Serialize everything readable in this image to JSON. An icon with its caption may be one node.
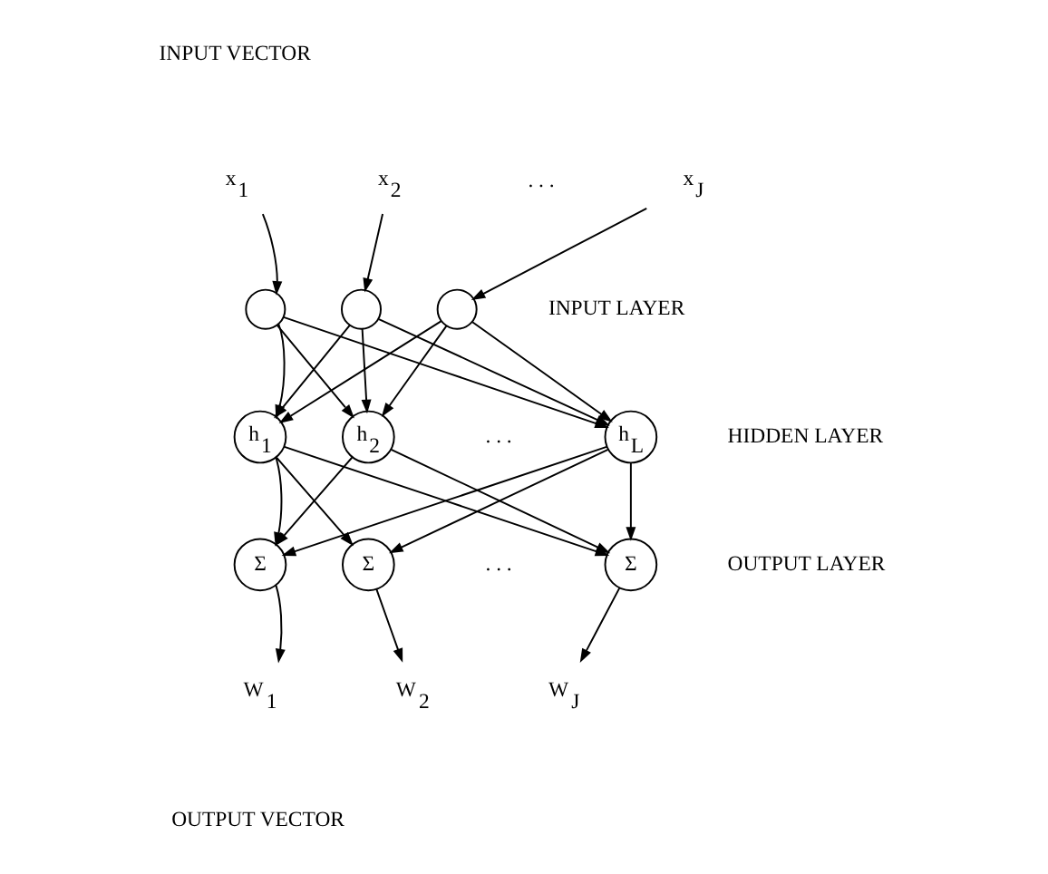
{
  "diagram": {
    "nodes": [
      {
        "text": [
          "x$_{1}$"
        ]
      },
      {
        "text": [
          "x$_{2}$"
        ]
      },
      {
        "text": [
          "x$_{J}$"
        ]
      },
      {
        "text": [],
        "shape": "circle"
      },
      {
        "text": [],
        "shape": "circle"
      },
      {
        "text": [],
        "shape": "circle"
      },
      {
        "text": [
          "h$_{1}$"
        ]
      },
      {
        "text": [
          "h$_{2}$"
        ]
      },
      {
        "text": [
          "h$_{L}$"
        ]
      },
      {
        "text": [
          "Σ"
        ]
      },
      {
        "text": [
          "Σ"
        ]
      },
      {
        "text": [
          "Σ"
        ]
      },
      {
        "text": [
          "W$_{1}$"
        ]
      },
      {
        "text": [
          "W$_{2}$"
        ]
      },
      {
        "text": [
          "W$_{J}$"
        ]
      }
    ],
    "edges": [
      {
        "from": 0,
        "to": 3,
        "arrow": "to"
      },
      {
        "from": 1,
        "to": 4,
        "arrow": "to"
      },
      {
        "from": 2,
        "to": 5,
        "arrow": "to"
      },
      {
        "from": 3,
        "to": 6,
        "arrow": "to"
      },
      {
        "from": 3,
        "to": 7,
        "arrow": "to"
      },
      {
        "from": 3,
        "to": 8,
        "arrow": "to"
      },
      {
        "from": 4,
        "to": 6,
        "arrow": "to"
      },
      {
        "from": 4,
        "to": 7,
        "arrow": "to"
      },
      {
        "from": 4,
        "to": 8,
        "arrow": "to"
      },
      {
        "from": 5,
        "to": 6,
        "arrow": "to"
      },
      {
        "from": 5,
        "to": 7,
        "arrow": "to"
      },
      {
        "from": 5,
        "to": 8,
        "arrow": "to"
      },
      {
        "from": 6,
        "to": 9,
        "arrow": "to"
      },
      {
        "from": 6,
        "to": 10,
        "arrow": "to"
      },
      {
        "from": 6,
        "to": 11,
        "arrow": "to"
      },
      {
        "from": 7,
        "to": 9,
        "arrow": "to"
      },
      {
        "from": 7,
        "to": 11,
        "arrow": "to"
      },
      {
        "from": 8,
        "to": 9,
        "arrow": "to"
      },
      {
        "from": 8,
        "to": 10,
        "arrow": "to"
      },
      {
        "from": 8,
        "to": 11,
        "arrow": "to"
      },
      {
        "from": 9,
        "to": 12,
        "arrow": "to"
      },
      {
        "from": 10,
        "to": 13,
        "arrow": "to"
      },
      {
        "from": 11,
        "to": 14,
        "arrow": "to"
      }
    ],
    "labels": [
      "INPUT VECTOR",
      ". . .",
      "INPUT LAYER",
      ". . .",
      "HIDDEN LAYER",
      ". . .",
      "OUTPUT LAYER",
      "OUTPUT VECTOR"
    ]
  }
}
